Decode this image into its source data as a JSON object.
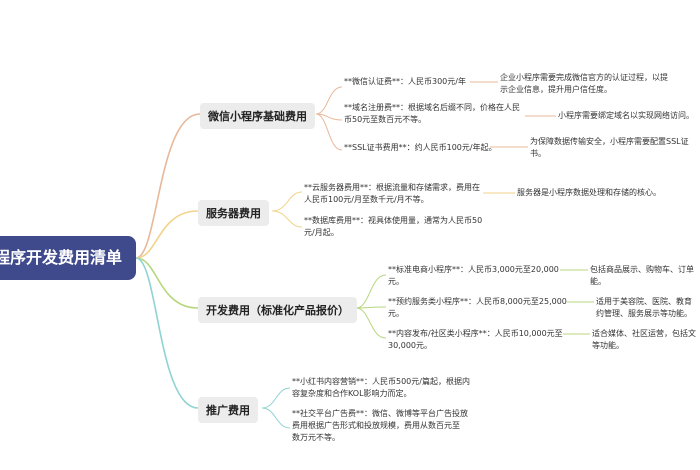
{
  "root": {
    "title": "程序开发费用清单"
  },
  "branches": [
    {
      "label": "微信小程序基础费用",
      "color": "#e8b89a",
      "items": [
        {
          "text": "**微信认证费**：人民币300元/年",
          "note": "企业小程序需要完成微信官方的认证过程，以提\n示企业信息，提升用户信任度。"
        },
        {
          "text": "**域名注册费**：根据域名后缀不同，价格在人民\n币50元至数百元不等。",
          "note": "小程序需要绑定域名以实现网络访问。"
        },
        {
          "text": "**SSL证书费用**：约人民币100元/年起。",
          "note": "为保障数据传输安全，小程序需要配置SSL证\n书。"
        }
      ]
    },
    {
      "label": "服务器费用",
      "color": "#f1d38a",
      "items": [
        {
          "text": "**云服务器费用**：根据流量和存储需求，费用在\n人民币100元/月至数千元/月不等。",
          "note": "服务器是小程序数据处理和存储的核心。"
        },
        {
          "text": "**数据库费用**：视具体使用量，通常为人民币50\n元/月起。",
          "note": ""
        }
      ]
    },
    {
      "label": "开发费用（标准化产品报价）",
      "color": "#b7d77e",
      "items": [
        {
          "text": "**标准电商小程序**：人民币3,000元至20,000\n元。",
          "note": "包括商品展示、购物车、订单\n能。"
        },
        {
          "text": "**预约服务类小程序**：人民币8,000元至25,000\n元。",
          "note": "适用于美容院、医院、教育\n约管理、服务展示等功能。"
        },
        {
          "text": "**内容发布/社区类小程序**：人民币10,000元至\n30,000元。",
          "note": "适合媒体、社区运营，包括文\n等功能。"
        }
      ]
    },
    {
      "label": "推广费用",
      "color": "#8fd3d3",
      "items": [
        {
          "text": "**小红书内容营销**：人民币500元/篇起，根据内\n容复杂度和合作KOL影响力而定。",
          "note": ""
        },
        {
          "text": "**社交平台广告费**：微信、微博等平台广告投放\n费用根据广告形式和投放规模，费用从数百元至\n数万元不等。",
          "note": ""
        }
      ]
    }
  ]
}
